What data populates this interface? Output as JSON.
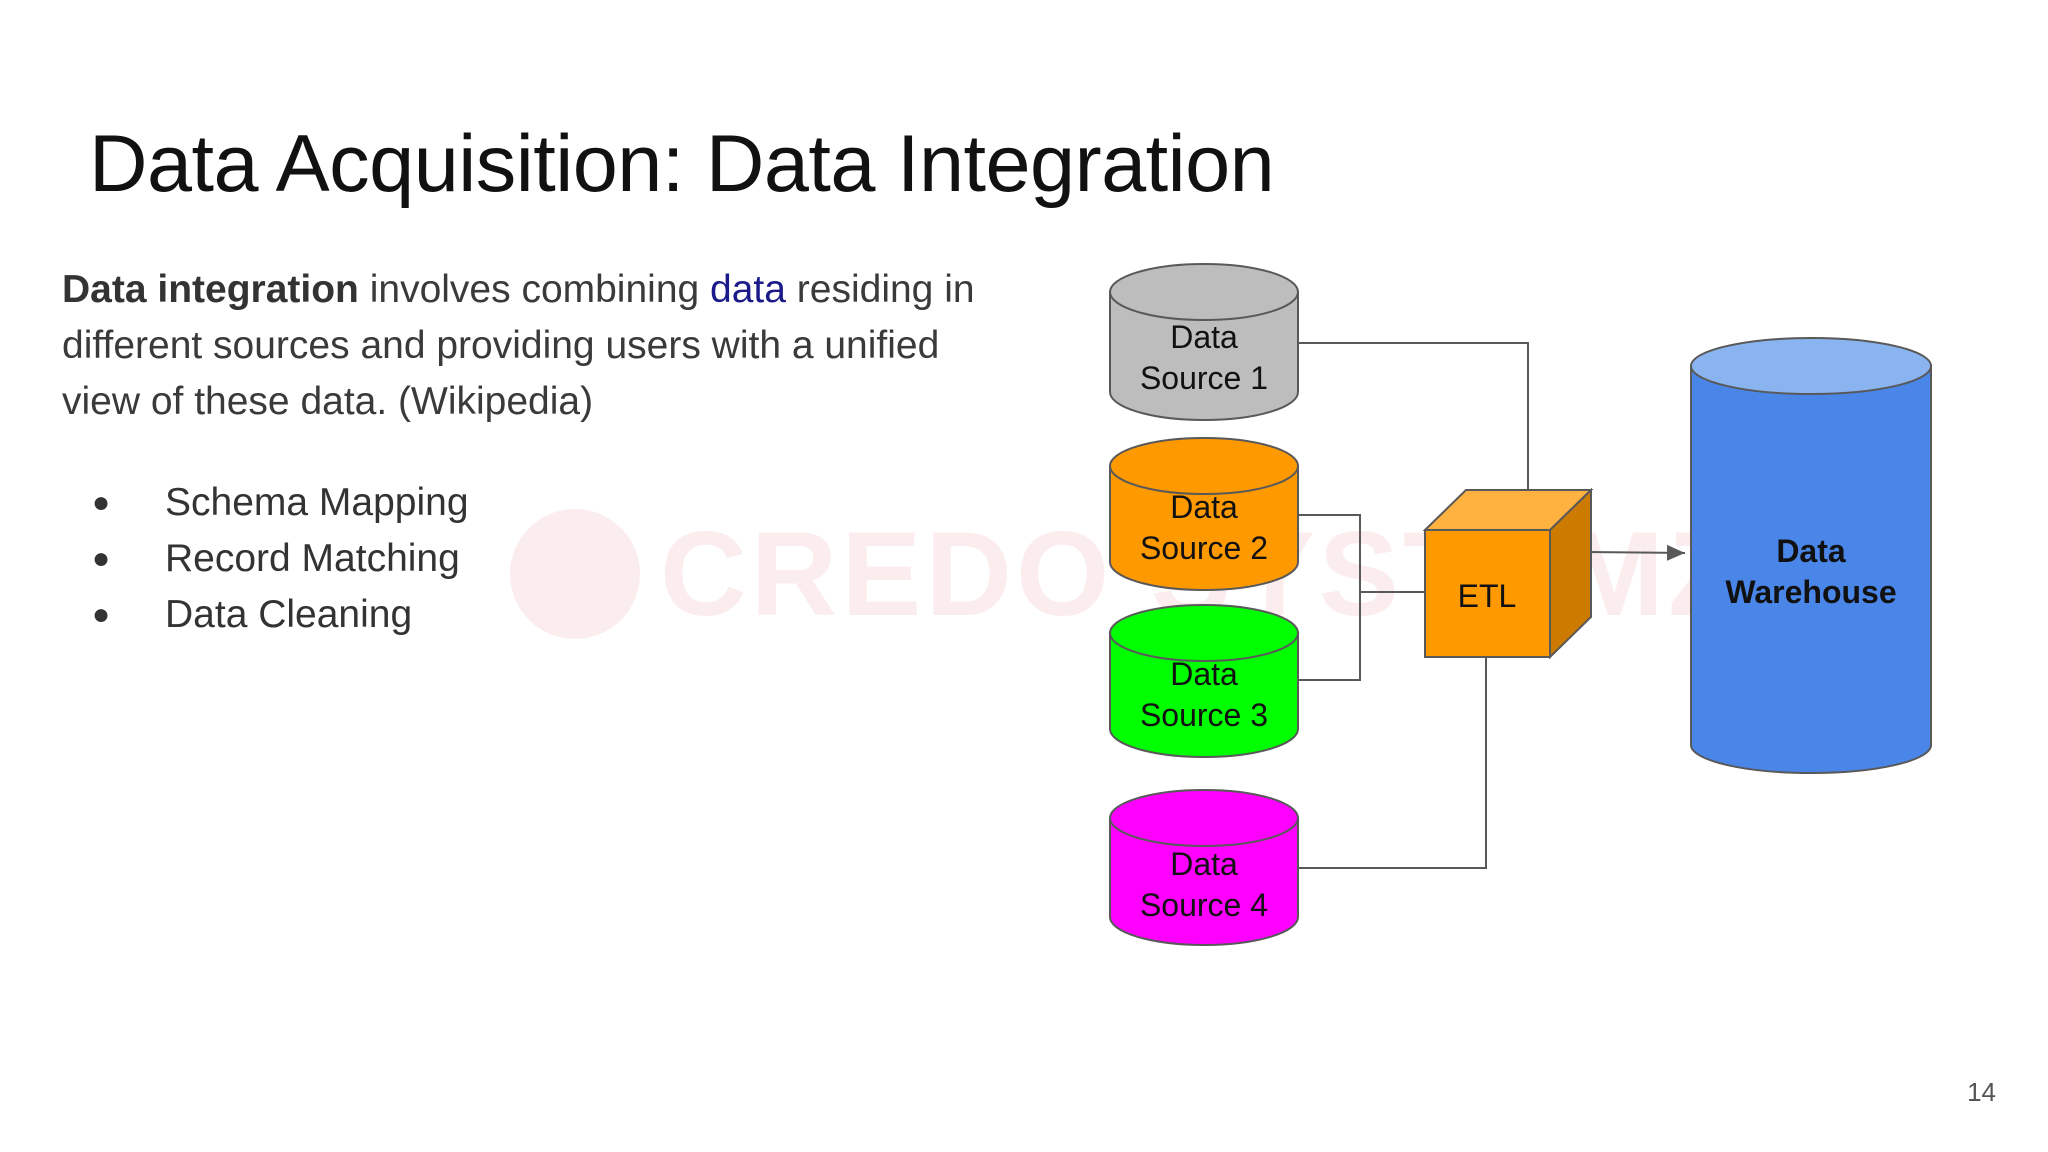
{
  "slide": {
    "title": "Data Acquisition: Data Integration",
    "intro": {
      "term": "Data integration",
      "text_1": " involves combining ",
      "link": "data",
      "text_2": " residing in different sources and providing users with a unified view of these data. (Wikipedia)"
    },
    "bullets": [
      "Schema Mapping",
      "Record Matching",
      "Data Cleaning"
    ],
    "bullet_glyph": "●",
    "page_number": "14",
    "watermark": "CREDO SYSTEMZ"
  },
  "diagram": {
    "sources": [
      {
        "line1": "Data",
        "line2": "Source 1",
        "color": "#bdbdbd",
        "top_color": "#bdbdbd"
      },
      {
        "line1": "Data",
        "line2": "Source 2",
        "color": "#ff9900",
        "top_color": "#ff9900"
      },
      {
        "line1": "Data",
        "line2": "Source 3",
        "color": "#00ff00",
        "top_color": "#00ff00"
      },
      {
        "line1": "Data",
        "line2": "Source 4",
        "color": "#ff00ff",
        "top_color": "#ff00ff"
      }
    ],
    "etl": {
      "label": "ETL",
      "front": "#ff9900",
      "top": "#ffb23f",
      "side": "#cc7a00"
    },
    "warehouse": {
      "line1": "Data",
      "line2": "Warehouse",
      "color": "#4a86e8",
      "top_color": "#8ab4f0"
    }
  },
  "colors": {
    "stroke": "#595959",
    "connector": "#595959"
  }
}
